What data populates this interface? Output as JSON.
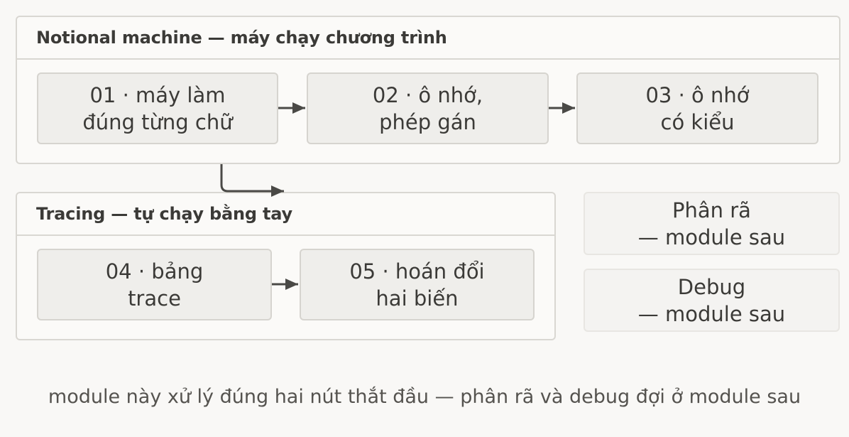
{
  "groups": {
    "notional": {
      "title": "Notional machine — máy chạy chương trình"
    },
    "tracing": {
      "title": "Tracing — tự chạy bằng tay"
    }
  },
  "nodes": [
    {
      "id": "01",
      "label": "01 · máy làm\nđúng từng chữ"
    },
    {
      "id": "02",
      "label": "02 · ô nhớ,\nphép gán"
    },
    {
      "id": "03",
      "label": "03 · ô nhớ\ncó kiểu"
    },
    {
      "id": "04",
      "label": "04 · bảng\ntrace"
    },
    {
      "id": "05",
      "label": "05 · hoán đổi\nhai biến"
    }
  ],
  "later": [
    {
      "label": "Phân rã\n— module sau"
    },
    {
      "label": "Debug\n— module sau"
    }
  ],
  "footer": "module này xử lý đúng hai nút thắt đầu — phân rã và debug đợi ở module sau",
  "colors": {
    "arrow": "#4a4946",
    "border": "#d9d7d2",
    "node_fill": "#efeeeb"
  }
}
